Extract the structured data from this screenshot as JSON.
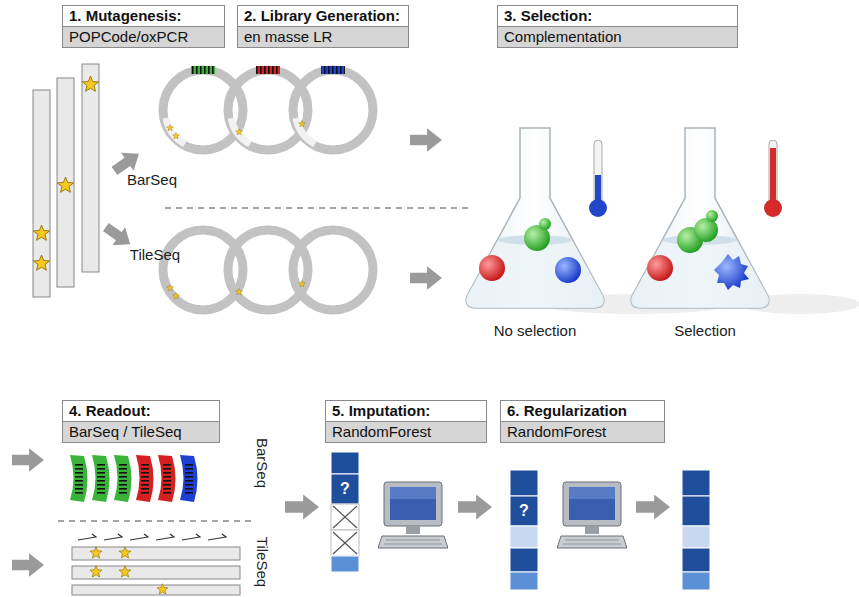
{
  "diagram": {
    "nodes": [
      {
        "text": [
          "1. Mutagenesis:",
          "POPCode/oxPCR"
        ]
      },
      {
        "text": [
          "2. Library Generation:",
          "en masse LR"
        ]
      },
      {
        "text": [
          "3. Selection:",
          "Complementation"
        ]
      },
      {
        "text": [
          "4. Readout:",
          "BarSeq / TileSeq"
        ]
      },
      {
        "text": [
          "5. Imputation:",
          "RandomForest"
        ]
      },
      {
        "text": [
          "6. Regularization",
          "RandomForest"
        ]
      }
    ],
    "labels": [
      "BarSeq",
      "TileSeq",
      "No selection",
      "Selection",
      "BarSeq",
      "TileSeq",
      "?",
      "?"
    ]
  }
}
